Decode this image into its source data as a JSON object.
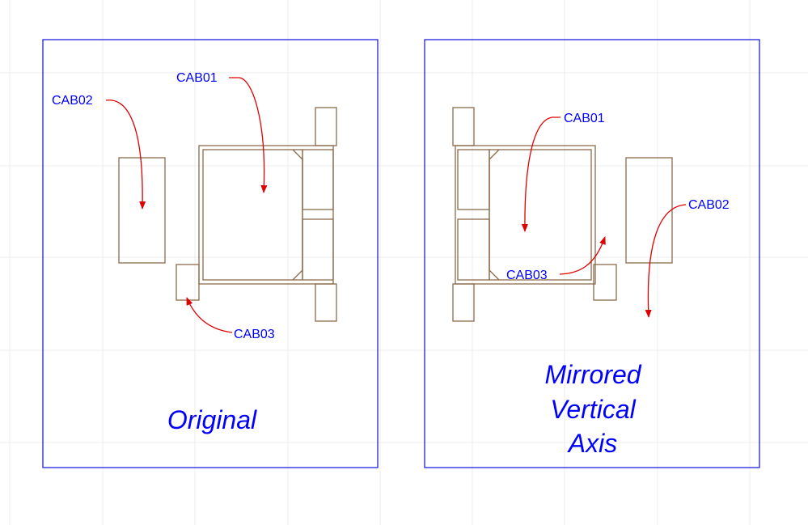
{
  "panels": {
    "original": {
      "title": "Original",
      "labels": {
        "cab01": "CAB01",
        "cab02": "CAB02",
        "cab03": "CAB03"
      }
    },
    "mirrored": {
      "title_lines": [
        "Mirrored",
        "Vertical",
        "Axis"
      ],
      "labels": {
        "cab01": "CAB01",
        "cab02": "CAB02",
        "cab03": "CAB03"
      }
    }
  },
  "colors": {
    "label_text": "#0000ff",
    "frame": "#2020e0",
    "cabinet_outline": "#8b6b4a",
    "leader": "#e00000",
    "grid": "#ececec",
    "background": "#ffffff"
  }
}
